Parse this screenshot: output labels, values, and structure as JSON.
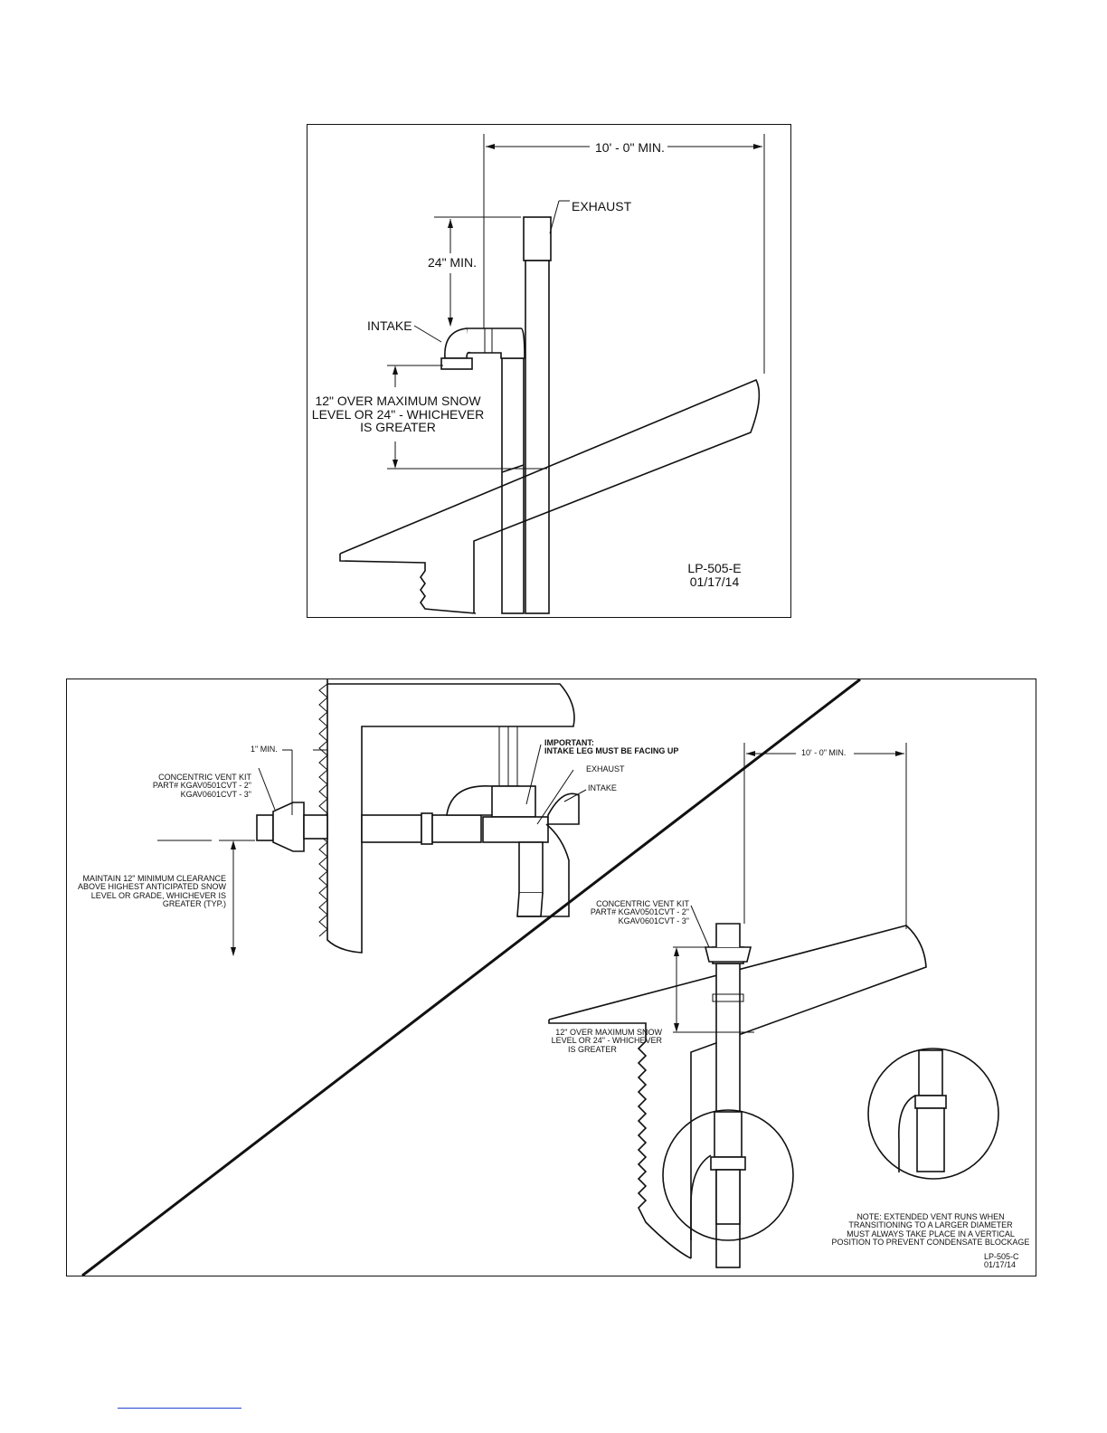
{
  "top_figure": {
    "dim_horizontal": "10' - 0\" MIN.",
    "dim_vertical": "24\" MIN.",
    "exhaust_label": "EXHAUST",
    "intake_label": "INTAKE",
    "snow_clearance_lines": [
      "12\" OVER MAXIMUM SNOW",
      "LEVEL OR 24\" - WHICHEVER",
      "IS GREATER"
    ],
    "drawing_id": "LP-505-E",
    "drawing_date": "01/17/14"
  },
  "bottom_figure": {
    "min_gap": "1\" MIN.",
    "important_lines": [
      "IMPORTANT:",
      "INTAKE LEG MUST BE FACING UP"
    ],
    "exhaust_label": "EXHAUST",
    "intake_label": "INTAKE",
    "vent_kit_left_lines": [
      "CONCENTRIC VENT KIT",
      "PART# KGAV0501CVT - 2\"",
      "KGAV0601CVT - 3\""
    ],
    "maintain_lines": [
      "MAINTAIN 12\" MINIMUM CLEARANCE",
      "ABOVE HIGHEST ANTICIPATED SNOW",
      "LEVEL OR GRADE, WHICHEVER IS",
      "GREATER (TYP.)"
    ],
    "vent_kit_right_lines": [
      "CONCENTRIC VENT KIT",
      "PART# KGAV0501CVT - 2\"",
      "KGAV0601CVT - 3\""
    ],
    "dim_horizontal": "10' - 0\" MIN.",
    "snow_clearance_lines": [
      "12\" OVER MAXIMUM SNOW",
      "LEVEL OR 24\" - WHICHEVER",
      "IS GREATER"
    ],
    "note_lines": [
      "NOTE: EXTENDED VENT RUNS WHEN",
      "TRANSITIONING TO A LARGER DIAMETER",
      "MUST ALWAYS TAKE PLACE IN A VERTICAL",
      "POSITION TO PREVENT CONDENSATE BLOCKAGE"
    ],
    "drawing_id": "LP-505-C",
    "drawing_date": "01/17/14"
  }
}
